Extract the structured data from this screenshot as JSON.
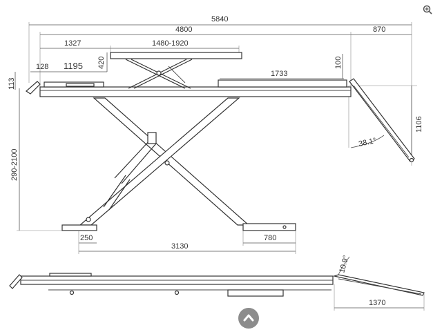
{
  "dimensions": {
    "total_length": "5840",
    "platform_length": "4800",
    "ramp_length_top": "870",
    "left_offset": "1327",
    "aux_lift_range": "1480-1920",
    "aux_height": "420",
    "step_offset": "128",
    "end_offset": "1195",
    "plate_height": "113",
    "ramp_step": "100",
    "rear_plate": "1733",
    "ramp_height": "1106",
    "ramp_angle": "38.1°",
    "lift_height_range": "290-2100",
    "foot_left": "250",
    "base_length": "3130",
    "foot_right": "780",
    "low_ramp_angle": "10.9°",
    "low_ramp_length": "1370"
  },
  "icons": {
    "zoom": "zoom-icon",
    "scroll_top": "chevron-up-icon"
  }
}
